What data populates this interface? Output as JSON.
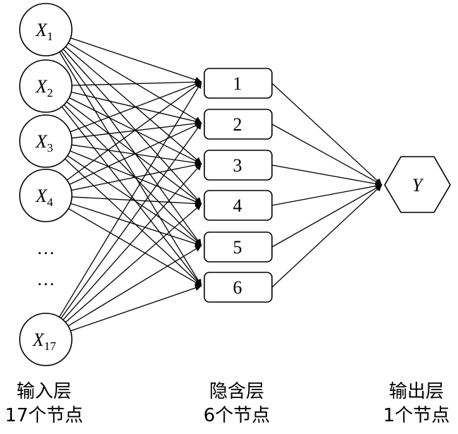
{
  "input_nodes": [
    {
      "var": "X",
      "sub": "1"
    },
    {
      "var": "X",
      "sub": "2"
    },
    {
      "var": "X",
      "sub": "3"
    },
    {
      "var": "X",
      "sub": "4"
    },
    {
      "var": "X",
      "sub": "17"
    }
  ],
  "ellipsis": [
    "…",
    "…"
  ],
  "hidden_nodes": [
    "1",
    "2",
    "3",
    "4",
    "5",
    "6"
  ],
  "output_node": "Y",
  "captions": {
    "input": {
      "title": "输入层",
      "count": "17个节点"
    },
    "hidden": {
      "title": "隐含层",
      "count": "6个节点"
    },
    "output": {
      "title": "输出层",
      "count": "1个节点"
    }
  }
}
